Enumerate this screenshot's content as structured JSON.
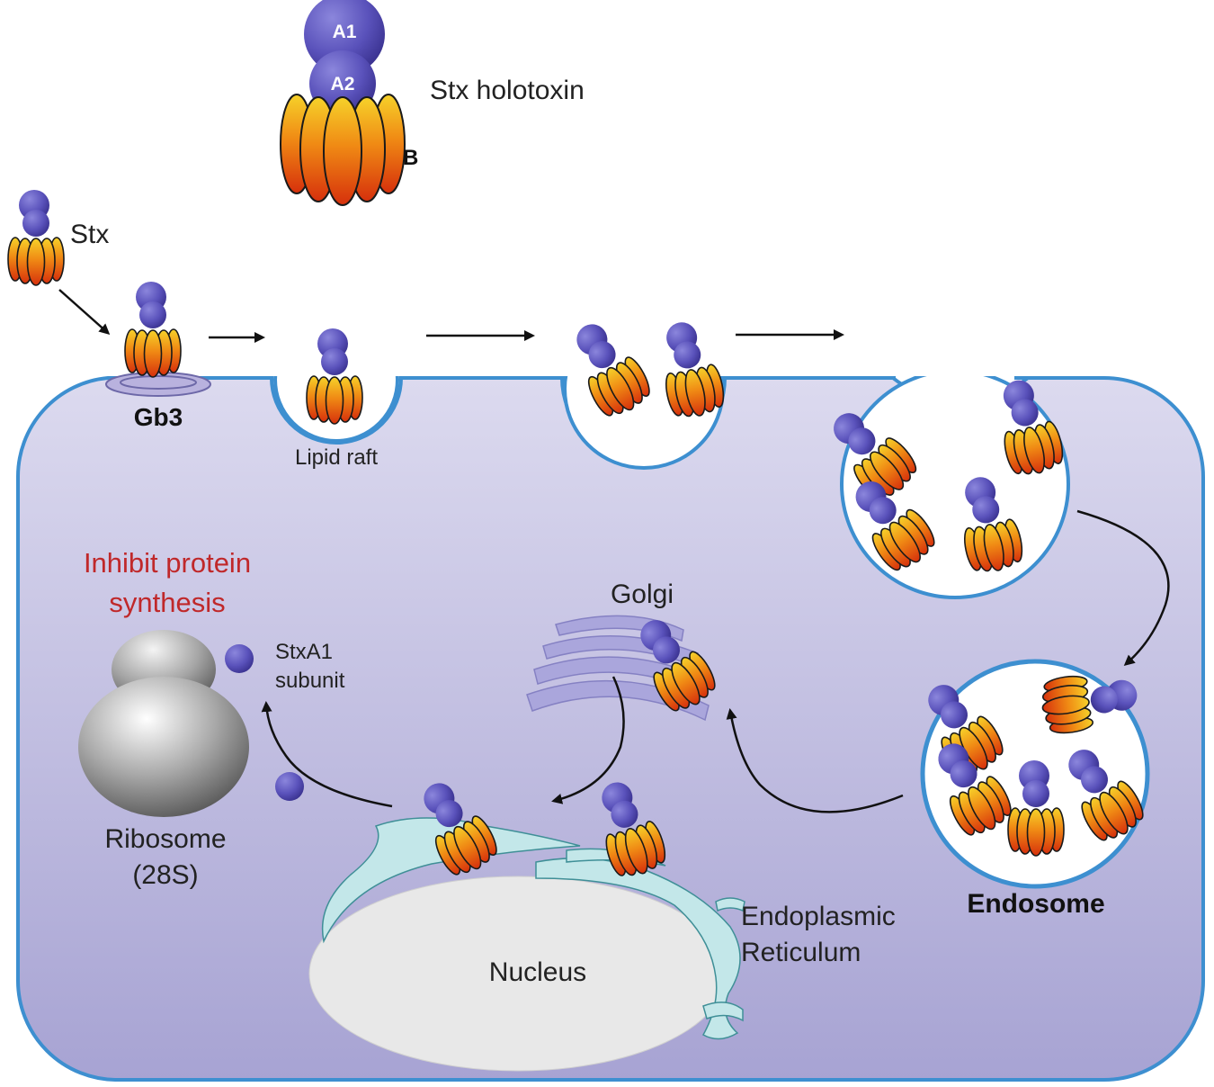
{
  "labels": {
    "a1": "A1",
    "a2": "A2",
    "b": "B",
    "holotoxin": "Stx holotoxin",
    "stx": "Stx",
    "gb3": "Gb3",
    "lipid_raft": "Lipid raft",
    "golgi": "Golgi",
    "inhibit_line1": "Inhibit protein",
    "inhibit_line2": "synthesis",
    "stxa1_line1": "StxA1",
    "stxa1_line2": "subunit",
    "ribosome_line1": "Ribosome",
    "ribosome_line2": "(28S)",
    "nucleus": "Nucleus",
    "er_line1": "Endoplasmic",
    "er_line2": "Reticulum",
    "endosome": "Endosome"
  },
  "colors": {
    "cell_fill_top": "#d9d7ee",
    "cell_fill_bottom": "#a9a6d4",
    "membrane": "#3d8fd0",
    "a_subunit": "#5750b8",
    "b_subunit": "#ef7a12",
    "inhibit_text": "#c0282a",
    "er": "#bfe6e8",
    "golgi": "#a9a5dc"
  }
}
